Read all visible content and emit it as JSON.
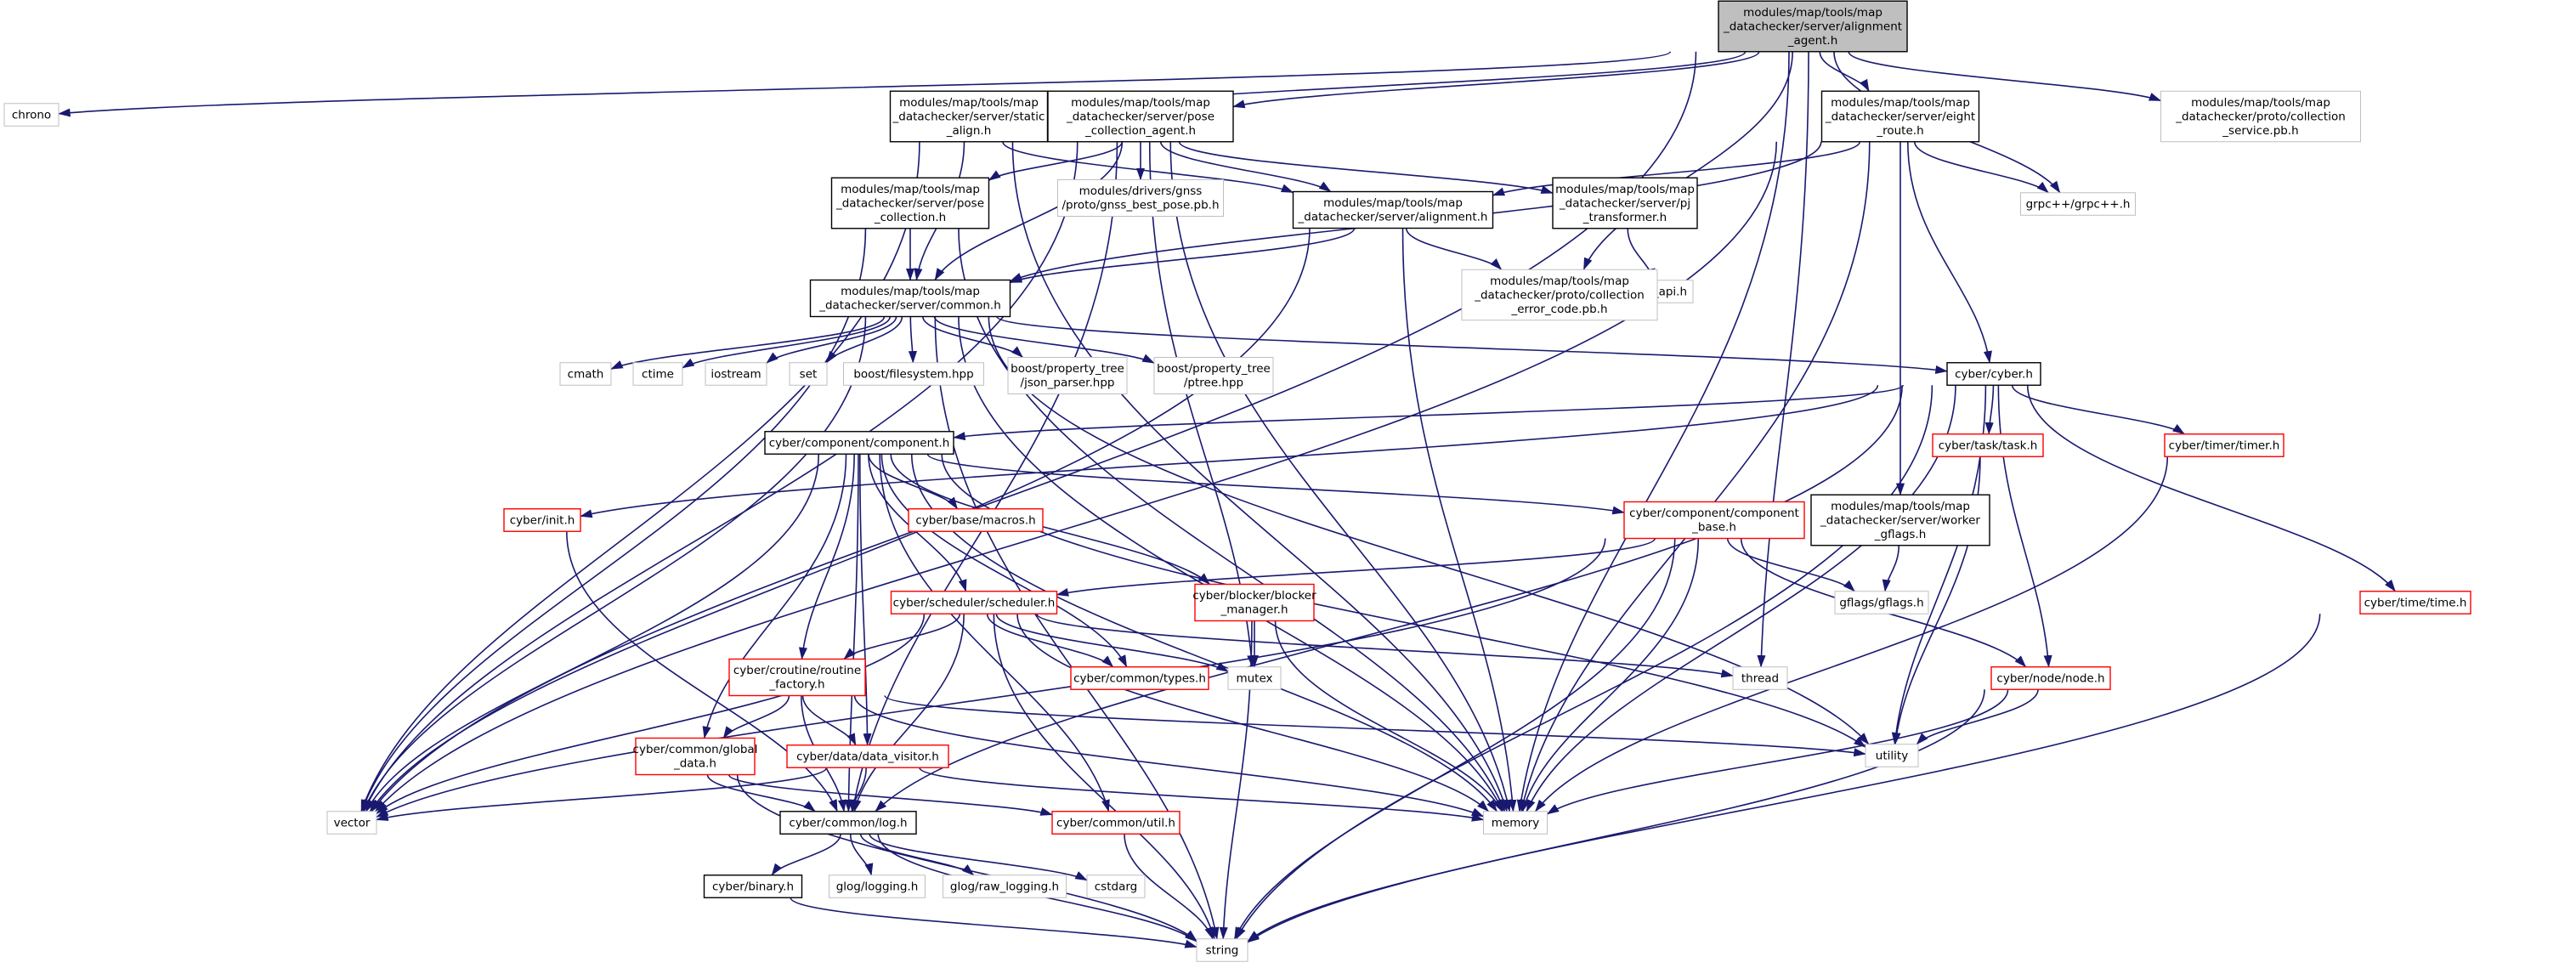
{
  "nodes": [
    {
      "id": "root",
      "lines": [
        "modules/map/tools/map",
        "_datachecker/server/alignment",
        "_agent.h"
      ],
      "kind": "root",
      "interactable": false
    },
    {
      "id": "chrono",
      "lines": [
        "chrono"
      ],
      "kind": "gray",
      "interactable": false
    },
    {
      "id": "static_align",
      "lines": [
        "modules/map/tools/map",
        "_datachecker/server/static",
        "_align.h"
      ],
      "kind": "black",
      "interactable": true
    },
    {
      "id": "pose_collection_agent",
      "lines": [
        "modules/map/tools/map",
        "_datachecker/server/pose",
        "_collection_agent.h"
      ],
      "kind": "black",
      "interactable": true
    },
    {
      "id": "eight_route",
      "lines": [
        "modules/map/tools/map",
        "_datachecker/server/eight",
        "_route.h"
      ],
      "kind": "black",
      "interactable": true
    },
    {
      "id": "collection_service",
      "lines": [
        "modules/map/tools/map",
        "_datachecker/proto/collection",
        "_service.pb.h"
      ],
      "kind": "gray",
      "interactable": false
    },
    {
      "id": "gnss_best_pose",
      "lines": [
        "modules/drivers/gnss",
        "/proto/gnss_best_pose.pb.h"
      ],
      "kind": "gray",
      "interactable": false
    },
    {
      "id": "grpc",
      "lines": [
        "grpc++/grpc++.h"
      ],
      "kind": "gray",
      "interactable": false
    },
    {
      "id": "pose_collection",
      "lines": [
        "modules/map/tools/map",
        "_datachecker/server/pose",
        "_collection.h"
      ],
      "kind": "black",
      "interactable": true
    },
    {
      "id": "alignment",
      "lines": [
        "modules/map/tools/map",
        "_datachecker/server/alignment.h"
      ],
      "kind": "black",
      "interactable": true
    },
    {
      "id": "pj_transformer",
      "lines": [
        "modules/map/tools/map",
        "_datachecker/server/pj",
        "_transformer.h"
      ],
      "kind": "black",
      "interactable": true
    },
    {
      "id": "proj_api",
      "lines": [
        "proj_api.h"
      ],
      "kind": "gray",
      "interactable": false
    },
    {
      "id": "collection_error_code",
      "lines": [
        "modules/map/tools/map",
        "_datachecker/proto/collection",
        "_error_code.pb.h"
      ],
      "kind": "gray",
      "interactable": false
    },
    {
      "id": "common",
      "lines": [
        "modules/map/tools/map",
        "_datachecker/server/common.h"
      ],
      "kind": "black",
      "interactable": true
    },
    {
      "id": "cmath",
      "lines": [
        "cmath"
      ],
      "kind": "gray",
      "interactable": false
    },
    {
      "id": "ctime",
      "lines": [
        "ctime"
      ],
      "kind": "gray",
      "interactable": false
    },
    {
      "id": "iostream",
      "lines": [
        "iostream"
      ],
      "kind": "gray",
      "interactable": false
    },
    {
      "id": "set",
      "lines": [
        "set"
      ],
      "kind": "gray",
      "interactable": false
    },
    {
      "id": "boost_filesystem",
      "lines": [
        "boost/filesystem.hpp"
      ],
      "kind": "gray",
      "interactable": false
    },
    {
      "id": "boost_json_parser",
      "lines": [
        "boost/property_tree",
        "/json_parser.hpp"
      ],
      "kind": "gray",
      "interactable": false
    },
    {
      "id": "boost_ptree",
      "lines": [
        "boost/property_tree",
        "/ptree.hpp"
      ],
      "kind": "gray",
      "interactable": false
    },
    {
      "id": "cyber_h",
      "lines": [
        "cyber/cyber.h"
      ],
      "kind": "black",
      "interactable": true
    },
    {
      "id": "component",
      "lines": [
        "cyber/component/component.h"
      ],
      "kind": "black",
      "interactable": true
    },
    {
      "id": "task",
      "lines": [
        "cyber/task/task.h"
      ],
      "kind": "red",
      "interactable": true
    },
    {
      "id": "timer",
      "lines": [
        "cyber/timer/timer.h"
      ],
      "kind": "red",
      "interactable": true
    },
    {
      "id": "worker_gflags",
      "lines": [
        "modules/map/tools/map",
        "_datachecker/server/worker",
        "_gflags.h"
      ],
      "kind": "black",
      "interactable": true
    },
    {
      "id": "init",
      "lines": [
        "cyber/init.h"
      ],
      "kind": "red",
      "interactable": true
    },
    {
      "id": "macros",
      "lines": [
        "cyber/base/macros.h"
      ],
      "kind": "red",
      "interactable": true
    },
    {
      "id": "component_base",
      "lines": [
        "cyber/component/component",
        "_base.h"
      ],
      "kind": "red",
      "interactable": true
    },
    {
      "id": "gflags",
      "lines": [
        "gflags/gflags.h"
      ],
      "kind": "gray",
      "interactable": false
    },
    {
      "id": "time",
      "lines": [
        "cyber/time/time.h"
      ],
      "kind": "red",
      "interactable": true
    },
    {
      "id": "scheduler",
      "lines": [
        "cyber/scheduler/scheduler.h"
      ],
      "kind": "red",
      "interactable": true
    },
    {
      "id": "blocker_manager",
      "lines": [
        "cyber/blocker/blocker",
        "_manager.h"
      ],
      "kind": "red",
      "interactable": true
    },
    {
      "id": "routine_factory",
      "lines": [
        "cyber/croutine/routine",
        "_factory.h"
      ],
      "kind": "red",
      "interactable": true
    },
    {
      "id": "types",
      "lines": [
        "cyber/common/types.h"
      ],
      "kind": "red",
      "interactable": true
    },
    {
      "id": "mutex",
      "lines": [
        "mutex"
      ],
      "kind": "gray",
      "interactable": false
    },
    {
      "id": "thread",
      "lines": [
        "thread"
      ],
      "kind": "gray",
      "interactable": false
    },
    {
      "id": "node",
      "lines": [
        "cyber/node/node.h"
      ],
      "kind": "red",
      "interactable": true
    },
    {
      "id": "global_data",
      "lines": [
        "cyber/common/global",
        "_data.h"
      ],
      "kind": "red",
      "interactable": true
    },
    {
      "id": "data_visitor",
      "lines": [
        "cyber/data/data_visitor.h"
      ],
      "kind": "red",
      "interactable": true
    },
    {
      "id": "utility",
      "lines": [
        "utility"
      ],
      "kind": "gray",
      "interactable": false
    },
    {
      "id": "vector",
      "lines": [
        "vector"
      ],
      "kind": "gray",
      "interactable": false
    },
    {
      "id": "log",
      "lines": [
        "cyber/common/log.h"
      ],
      "kind": "black",
      "interactable": true
    },
    {
      "id": "util",
      "lines": [
        "cyber/common/util.h"
      ],
      "kind": "red",
      "interactable": true
    },
    {
      "id": "memory",
      "lines": [
        "memory"
      ],
      "kind": "gray",
      "interactable": false
    },
    {
      "id": "binary",
      "lines": [
        "cyber/binary.h"
      ],
      "kind": "black",
      "interactable": true
    },
    {
      "id": "glog_logging",
      "lines": [
        "glog/logging.h"
      ],
      "kind": "gray",
      "interactable": false
    },
    {
      "id": "glog_raw_logging",
      "lines": [
        "glog/raw_logging.h"
      ],
      "kind": "gray",
      "interactable": false
    },
    {
      "id": "cstdarg",
      "lines": [
        "cstdarg"
      ],
      "kind": "gray",
      "interactable": false
    },
    {
      "id": "string",
      "lines": [
        "string"
      ],
      "kind": "gray",
      "interactable": false
    }
  ],
  "edges": [
    [
      "root",
      "chrono"
    ],
    [
      "root",
      "vector"
    ],
    [
      "root",
      "static_align"
    ],
    [
      "root",
      "pose_collection_agent"
    ],
    [
      "root",
      "eight_route"
    ],
    [
      "root",
      "collection_service"
    ],
    [
      "root",
      "grpc"
    ],
    [
      "root",
      "memory"
    ],
    [
      "root",
      "collection_error_code"
    ],
    [
      "root",
      "thread"
    ],
    [
      "static_align",
      "common"
    ],
    [
      "static_align",
      "vector"
    ],
    [
      "static_align",
      "memory"
    ],
    [
      "static_align",
      "alignment"
    ],
    [
      "pose_collection_agent",
      "gnss_best_pose"
    ],
    [
      "pose_collection_agent",
      "pose_collection"
    ],
    [
      "pose_collection_agent",
      "pj_transformer"
    ],
    [
      "pose_collection_agent",
      "common"
    ],
    [
      "pose_collection_agent",
      "vector"
    ],
    [
      "pose_collection_agent",
      "memory"
    ],
    [
      "pose_collection_agent",
      "mutex"
    ],
    [
      "pose_collection_agent",
      "log"
    ],
    [
      "pose_collection_agent",
      "alignment"
    ],
    [
      "eight_route",
      "grpc"
    ],
    [
      "eight_route",
      "alignment"
    ],
    [
      "eight_route",
      "common"
    ],
    [
      "eight_route",
      "cyber_h"
    ],
    [
      "eight_route",
      "worker_gflags"
    ],
    [
      "eight_route",
      "vector"
    ],
    [
      "eight_route",
      "memory"
    ],
    [
      "pose_collection",
      "common"
    ],
    [
      "pose_collection",
      "vector"
    ],
    [
      "pose_collection",
      "memory"
    ],
    [
      "alignment",
      "common"
    ],
    [
      "alignment",
      "collection_error_code"
    ],
    [
      "alignment",
      "memory"
    ],
    [
      "alignment",
      "vector"
    ],
    [
      "pj_transformer",
      "proj_api"
    ],
    [
      "common",
      "cmath"
    ],
    [
      "common",
      "ctime"
    ],
    [
      "common",
      "iostream"
    ],
    [
      "common",
      "set"
    ],
    [
      "common",
      "boost_filesystem"
    ],
    [
      "common",
      "boost_json_parser"
    ],
    [
      "common",
      "boost_ptree"
    ],
    [
      "common",
      "cyber_h"
    ],
    [
      "common",
      "vector"
    ],
    [
      "common",
      "memory"
    ],
    [
      "common",
      "string"
    ],
    [
      "common",
      "utility"
    ],
    [
      "cyber_h",
      "component"
    ],
    [
      "cyber_h",
      "task"
    ],
    [
      "cyber_h",
      "timer"
    ],
    [
      "cyber_h",
      "init"
    ],
    [
      "cyber_h",
      "node"
    ],
    [
      "cyber_h",
      "time"
    ],
    [
      "cyber_h",
      "log"
    ],
    [
      "cyber_h",
      "memory"
    ],
    [
      "cyber_h",
      "string"
    ],
    [
      "cyber_h",
      "utility"
    ],
    [
      "component",
      "macros"
    ],
    [
      "component",
      "component_base"
    ],
    [
      "component",
      "scheduler"
    ],
    [
      "component",
      "blocker_manager"
    ],
    [
      "component",
      "routine_factory"
    ],
    [
      "component",
      "types"
    ],
    [
      "component",
      "global_data"
    ],
    [
      "component",
      "data_visitor"
    ],
    [
      "component",
      "log"
    ],
    [
      "component",
      "util"
    ],
    [
      "component",
      "vector"
    ],
    [
      "component",
      "memory"
    ],
    [
      "component",
      "utility"
    ],
    [
      "component_base",
      "scheduler"
    ],
    [
      "component_base",
      "gflags"
    ],
    [
      "component_base",
      "node"
    ],
    [
      "component_base",
      "vector"
    ],
    [
      "component_base",
      "memory"
    ],
    [
      "component_base",
      "string"
    ],
    [
      "worker_gflags",
      "gflags"
    ],
    [
      "init",
      "log"
    ],
    [
      "scheduler",
      "routine_factory"
    ],
    [
      "scheduler",
      "types"
    ],
    [
      "scheduler",
      "mutex"
    ],
    [
      "scheduler",
      "thread"
    ],
    [
      "scheduler",
      "log"
    ],
    [
      "scheduler",
      "vector"
    ],
    [
      "scheduler",
      "memory"
    ],
    [
      "scheduler",
      "string"
    ],
    [
      "blocker_manager",
      "mutex"
    ],
    [
      "blocker_manager",
      "memory"
    ],
    [
      "blocker_manager",
      "string"
    ],
    [
      "routine_factory",
      "global_data"
    ],
    [
      "routine_factory",
      "data_visitor"
    ],
    [
      "routine_factory",
      "log"
    ],
    [
      "routine_factory",
      "utility"
    ],
    [
      "routine_factory",
      "memory"
    ],
    [
      "global_data",
      "log"
    ],
    [
      "global_data",
      "util"
    ],
    [
      "global_data",
      "string"
    ],
    [
      "data_visitor",
      "log"
    ],
    [
      "data_visitor",
      "vector"
    ],
    [
      "data_visitor",
      "memory"
    ],
    [
      "node",
      "utility"
    ],
    [
      "node",
      "memory"
    ],
    [
      "node",
      "string"
    ],
    [
      "timer",
      "memory"
    ],
    [
      "task",
      "utility"
    ],
    [
      "time",
      "string"
    ],
    [
      "log",
      "binary"
    ],
    [
      "log",
      "glog_logging"
    ],
    [
      "log",
      "glog_raw_logging"
    ],
    [
      "log",
      "cstdarg"
    ],
    [
      "log",
      "string"
    ],
    [
      "util",
      "string"
    ],
    [
      "binary",
      "string"
    ]
  ]
}
